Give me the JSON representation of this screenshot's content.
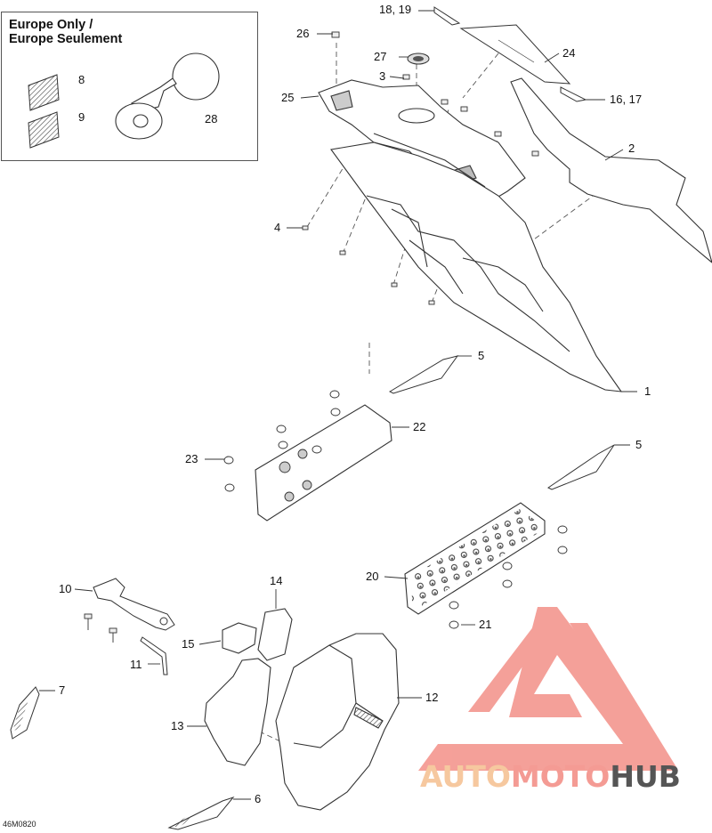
{
  "inset": {
    "title_line1": "Europe Only /",
    "title_line2": "Europe Seulement"
  },
  "callouts": [
    {
      "id": "c8",
      "label": "8"
    },
    {
      "id": "c9",
      "label": "9"
    },
    {
      "id": "c28",
      "label": "28"
    },
    {
      "id": "c18",
      "label": "18, 19"
    },
    {
      "id": "c26",
      "label": "26"
    },
    {
      "id": "c27",
      "label": "27"
    },
    {
      "id": "c3",
      "label": "3"
    },
    {
      "id": "c24",
      "label": "24"
    },
    {
      "id": "c25",
      "label": "25"
    },
    {
      "id": "c16",
      "label": "16, 17"
    },
    {
      "id": "c2",
      "label": "2"
    },
    {
      "id": "c4",
      "label": "4"
    },
    {
      "id": "c5a",
      "label": "5"
    },
    {
      "id": "c1",
      "label": "1"
    },
    {
      "id": "c22",
      "label": "22"
    },
    {
      "id": "c23",
      "label": "23"
    },
    {
      "id": "c5b",
      "label": "5"
    },
    {
      "id": "c20",
      "label": "20"
    },
    {
      "id": "c10",
      "label": "10"
    },
    {
      "id": "c14",
      "label": "14"
    },
    {
      "id": "c15",
      "label": "15"
    },
    {
      "id": "c21",
      "label": "21"
    },
    {
      "id": "c11",
      "label": "11"
    },
    {
      "id": "c7",
      "label": "7"
    },
    {
      "id": "c12",
      "label": "12"
    },
    {
      "id": "c13",
      "label": "13"
    },
    {
      "id": "c6",
      "label": "6"
    }
  ],
  "drawing_code": "46M0820",
  "watermark": {
    "part1": "AUTO",
    "part2": "MOTO",
    "part3": "HUB",
    "colors": {
      "auto": "#f6c89f",
      "moto": "#f49b94",
      "hub": "#555555",
      "triangle": "#f49b94"
    }
  }
}
